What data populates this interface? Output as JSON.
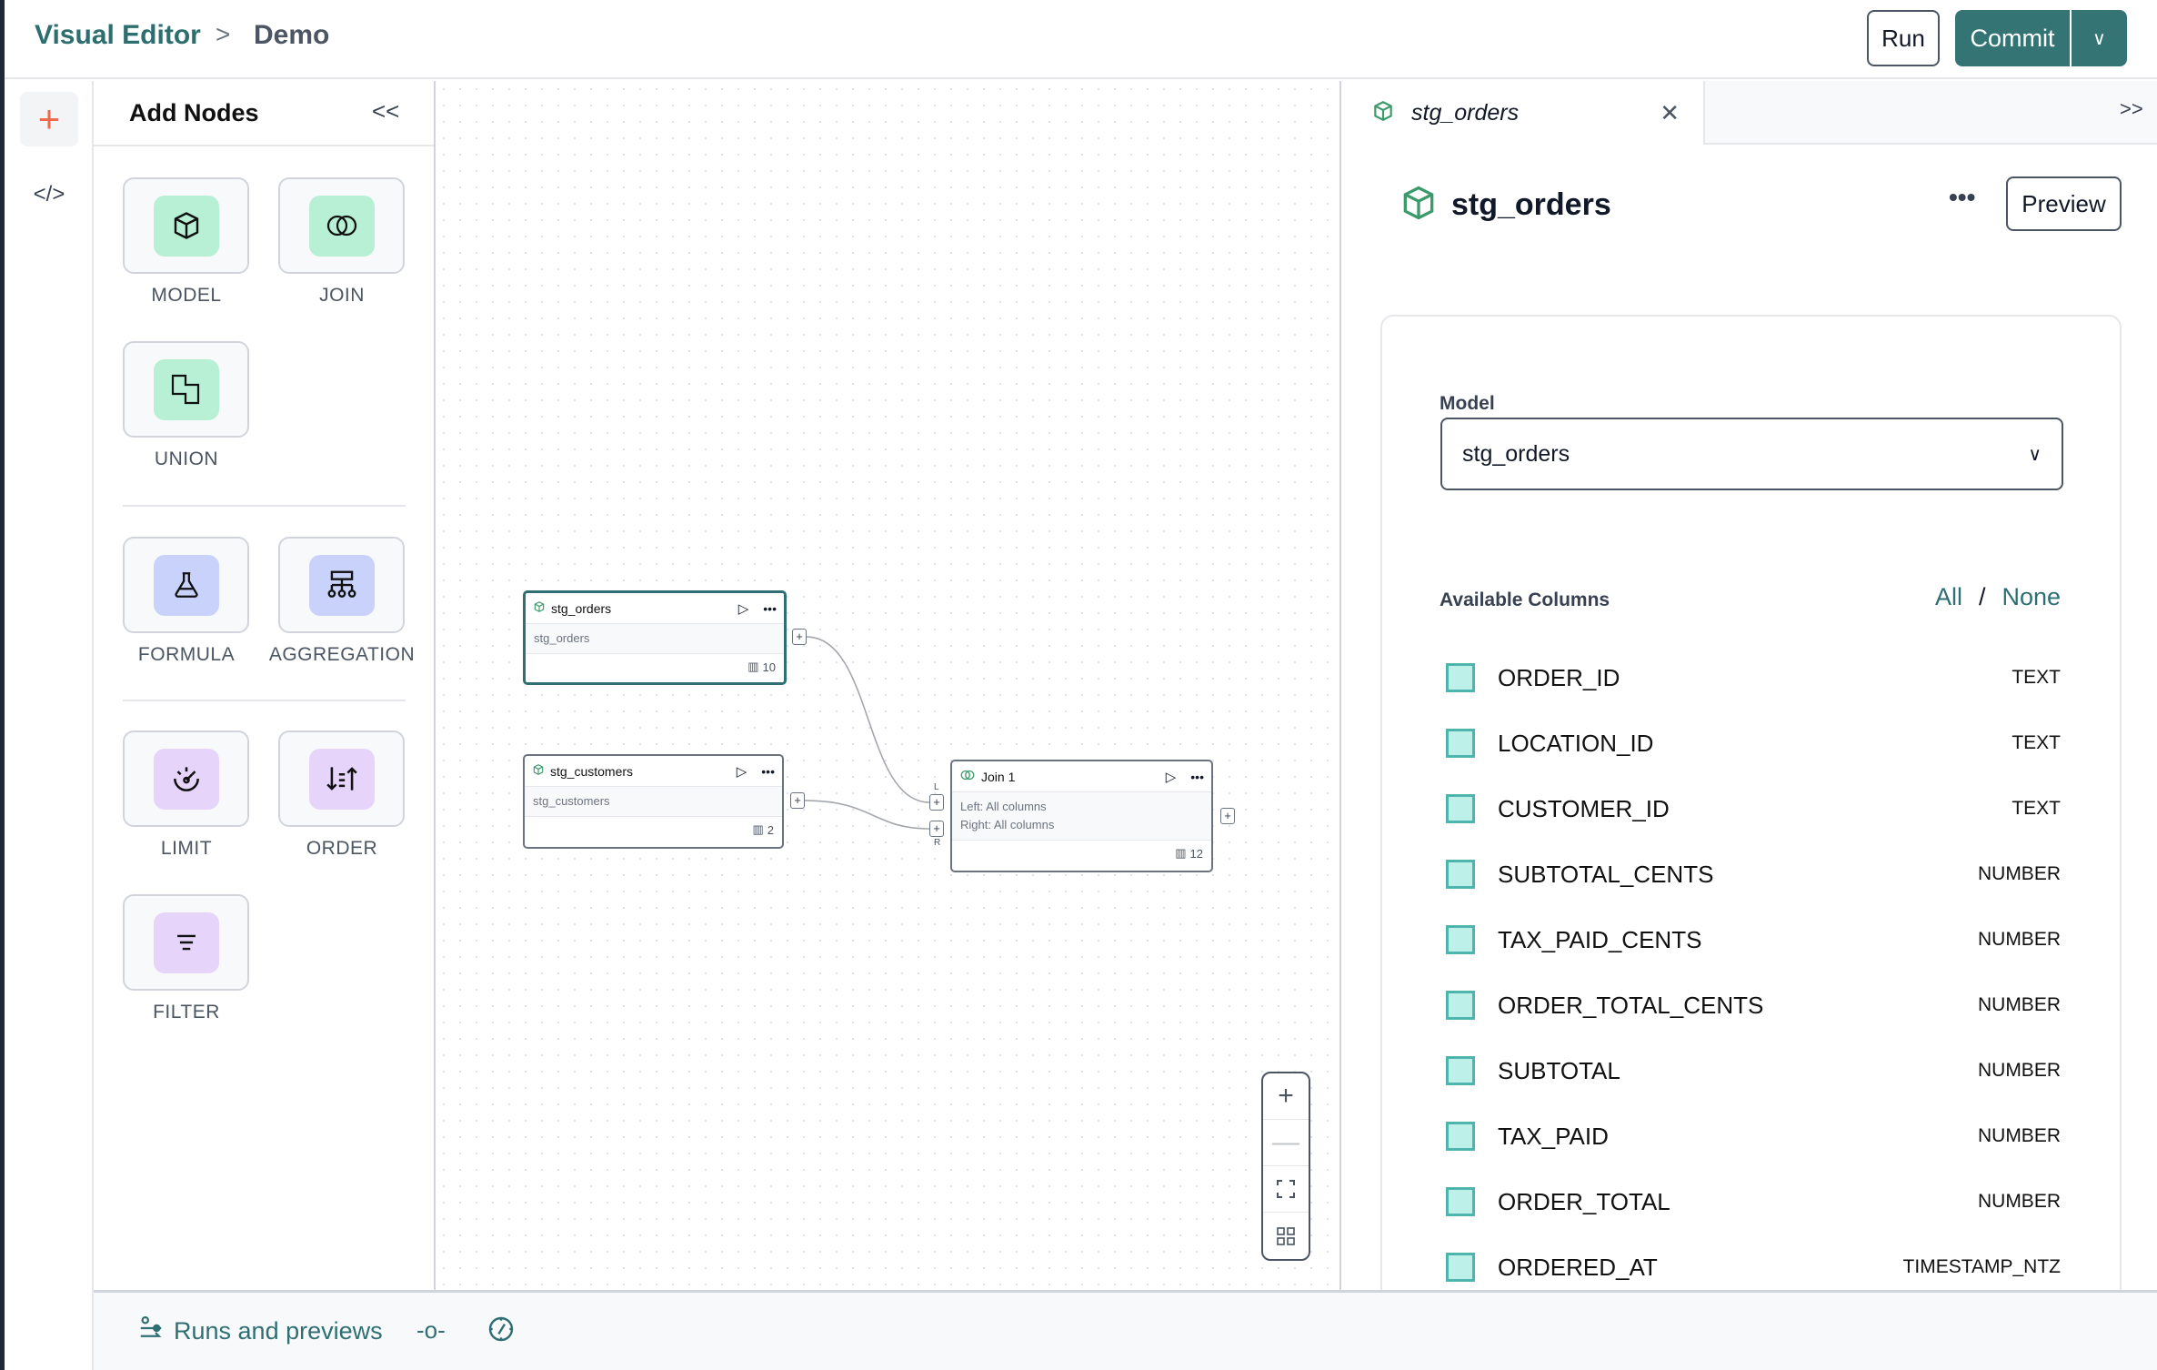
{
  "header": {
    "breadcrumb": [
      "Visual Editor",
      "Demo"
    ],
    "separator": ">",
    "run_label": "Run",
    "commit_label": "Commit"
  },
  "rail": {
    "items": [
      {
        "icon": "plus-icon"
      },
      {
        "icon": "code-icon",
        "label": "</>"
      }
    ]
  },
  "add_nodes": {
    "title": "Add Nodes",
    "collapse": "<<",
    "groups": [
      [
        {
          "label": "MODEL",
          "icon": "cube-icon"
        },
        {
          "label": "JOIN",
          "icon": "join-icon"
        },
        {
          "label": "UNION",
          "icon": "union-icon"
        }
      ],
      [
        {
          "label": "FORMULA",
          "icon": "flask-icon"
        },
        {
          "label": "AGGREGATION",
          "icon": "aggregation-icon"
        }
      ],
      [
        {
          "label": "LIMIT",
          "icon": "limit-icon"
        },
        {
          "label": "ORDER",
          "icon": "sort-icon"
        },
        {
          "label": "FILTER",
          "icon": "filter-icon"
        }
      ]
    ]
  },
  "canvas": {
    "nodes": [
      {
        "title": "stg_orders",
        "body": "stg_orders",
        "columns": "10",
        "selected": true
      },
      {
        "title": "stg_customers",
        "body": "stg_customers",
        "columns": "2"
      },
      {
        "title": "Join 1",
        "body_left": "Left: All columns",
        "body_right": "Right: All columns",
        "columns": "12",
        "left_port": "L",
        "right_port": "R"
      }
    ]
  },
  "right_panel": {
    "tab_label": "stg_orders",
    "expand": ">>",
    "title": "stg_orders",
    "more": "•••",
    "preview_label": "Preview",
    "model_label": "Model",
    "model_value": "stg_orders",
    "available_label": "Available Columns",
    "all_label": "All",
    "slash": "/",
    "none_label": "None",
    "columns": [
      {
        "name": "ORDER_ID",
        "type": "TEXT"
      },
      {
        "name": "LOCATION_ID",
        "type": "TEXT"
      },
      {
        "name": "CUSTOMER_ID",
        "type": "TEXT"
      },
      {
        "name": "SUBTOTAL_CENTS",
        "type": "NUMBER"
      },
      {
        "name": "TAX_PAID_CENTS",
        "type": "NUMBER"
      },
      {
        "name": "ORDER_TOTAL_CENTS",
        "type": "NUMBER"
      },
      {
        "name": "SUBTOTAL",
        "type": "NUMBER"
      },
      {
        "name": "TAX_PAID",
        "type": "NUMBER"
      },
      {
        "name": "ORDER_TOTAL",
        "type": "NUMBER"
      },
      {
        "name": "ORDERED_AT",
        "type": "TIMESTAMP_NTZ"
      }
    ]
  },
  "bottom_bar": {
    "runs_label": "Runs and previews"
  },
  "colors": {
    "accent": "#347474",
    "model_icon_bg": "#b7f0d4",
    "formula_icon_bg": "#c9d2fa",
    "limit_icon_bg": "#e6d4fb",
    "add_icon": "#ef6a4c"
  }
}
